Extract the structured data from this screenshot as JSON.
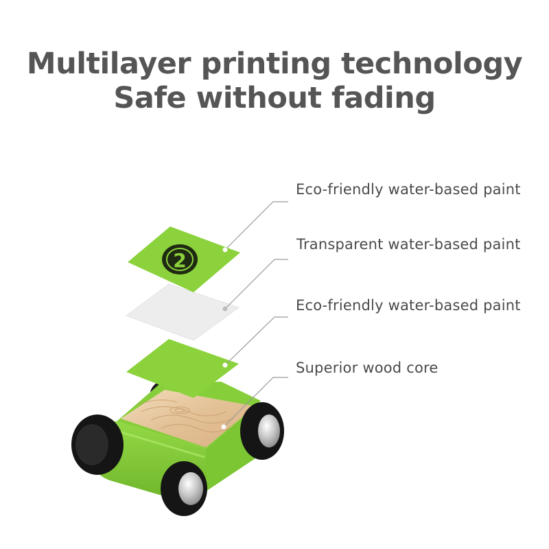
{
  "headline": {
    "line1": "Multilayer printing technology",
    "line2": "Safe without fading"
  },
  "callouts": [
    {
      "label": "Eco-friendly water-based paint"
    },
    {
      "label": "Transparent water-based paint"
    },
    {
      "label": "Eco-friendly water-based paint"
    },
    {
      "label": "Superior wood core"
    }
  ],
  "badge_number": "2",
  "colors": {
    "headline": "#555555",
    "label": "#4a4a4a",
    "paint_green": "#8cd23c",
    "transparent_layer": "#eeeeee",
    "wood": "#e8c9a0",
    "wheel": "#1a1a1a",
    "hubcap": "#c8c8c8",
    "leader_line": "#9a9a9a"
  }
}
